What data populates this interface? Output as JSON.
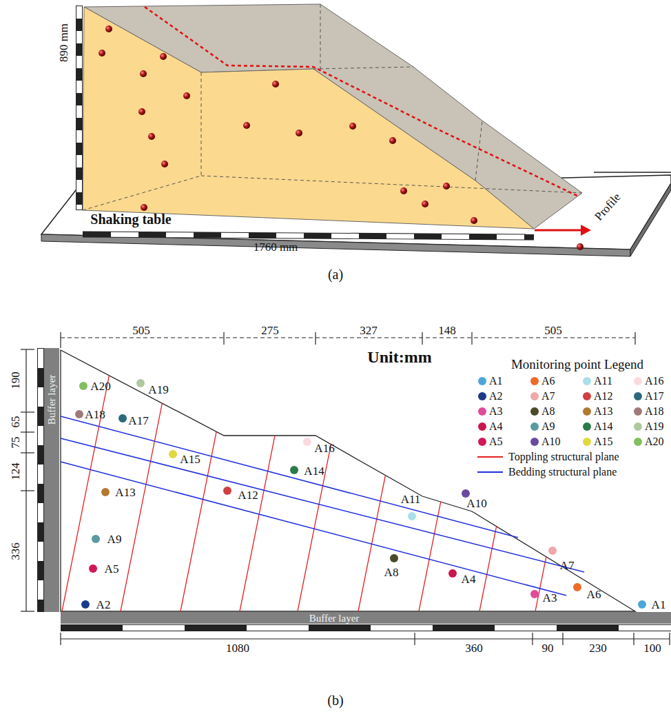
{
  "diagram": {
    "labels": [
      "890 mm",
      "Shaking table",
      "1760 mm",
      "Profile",
      "(a)",
      "505",
      "275",
      "327",
      "148",
      "505",
      "190",
      "65",
      "75",
      "124",
      "336",
      "Unit:mm",
      "Monitoring point Legend",
      "Buffer layer",
      "Buffer layer",
      "1080",
      "360",
      "90",
      "230",
      "100",
      "(b)",
      "A1",
      "A2",
      "A3",
      "A4",
      "A5",
      "A6",
      "A7",
      "A8",
      "A9",
      "A10",
      "A11",
      "A12",
      "A13",
      "A14",
      "A15",
      "A16",
      "A17",
      "A18",
      "A19",
      "A20"
    ],
    "legend": [
      {
        "text": "A1",
        "color": "#4da6d9"
      },
      {
        "text": "A6",
        "color": "#f06a2a"
      },
      {
        "text": "A11",
        "color": "#a8e0e8"
      },
      {
        "text": "A16",
        "color": "#fadadd"
      },
      {
        "text": "A2",
        "color": "#1a3a8a"
      },
      {
        "text": "A7",
        "color": "#f0a8a8"
      },
      {
        "text": "A12",
        "color": "#d04040"
      },
      {
        "text": "A17",
        "color": "#2a6a7a"
      },
      {
        "text": "A3",
        "color": "#e04a9a"
      },
      {
        "text": "A8",
        "color": "#4a4a2a"
      },
      {
        "text": "A13",
        "color": "#b07a30"
      },
      {
        "text": "A18",
        "color": "#a07a7a"
      },
      {
        "text": "A4",
        "color": "#c8174f"
      },
      {
        "text": "A9",
        "color": "#5a9aa0"
      },
      {
        "text": "A14",
        "color": "#2a7a4a"
      },
      {
        "text": "A19",
        "color": "#b0c8a0"
      },
      {
        "text": "A5",
        "color": "#d0185a"
      },
      {
        "text": "A10",
        "color": "#6a4aa0"
      },
      {
        "text": "A15",
        "color": "#e0d840"
      },
      {
        "text": "A20",
        "color": "#80c060"
      },
      {
        "text": "Toppling structural plane"
      },
      {
        "text": "Bedding structural plane"
      }
    ]
  }
}
